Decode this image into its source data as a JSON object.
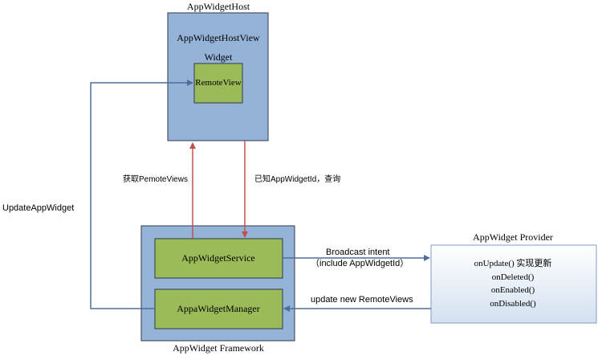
{
  "host": {
    "title": "AppWidgetHost",
    "host_view_label": "AppWidgetHostView",
    "widget_label": "Widget",
    "remote_view_label": "RemoteView"
  },
  "framework": {
    "title": "AppWidget Framework",
    "service_label": "AppWidgetService",
    "manager_label": "AppaWidgetManager"
  },
  "provider": {
    "title": "AppWidget Provider",
    "methods": [
      "onUpdate() 实现更新",
      "onDeleted()",
      "onEnabled()",
      "onDisabled()"
    ]
  },
  "edges": {
    "get_remote_views": "获取PemoteViews",
    "query_by_id": "已知AppWidgetId，查询",
    "update_app_widget": "UpdateAppWidget",
    "broadcast_line1": "Broadcast  intent",
    "broadcast_line2": "（include  AppWidgetId）",
    "update_new_remote_views": "update new RemoteViews"
  },
  "colors": {
    "outer_box_fill": "#95B3D7",
    "inner_box_fill": "#9BBB59",
    "border": "#2E3A4F",
    "red_arrow": "#C0504D",
    "blue_arrow": "#4F6E9C",
    "provider_fill": "#DCE6F2"
  }
}
